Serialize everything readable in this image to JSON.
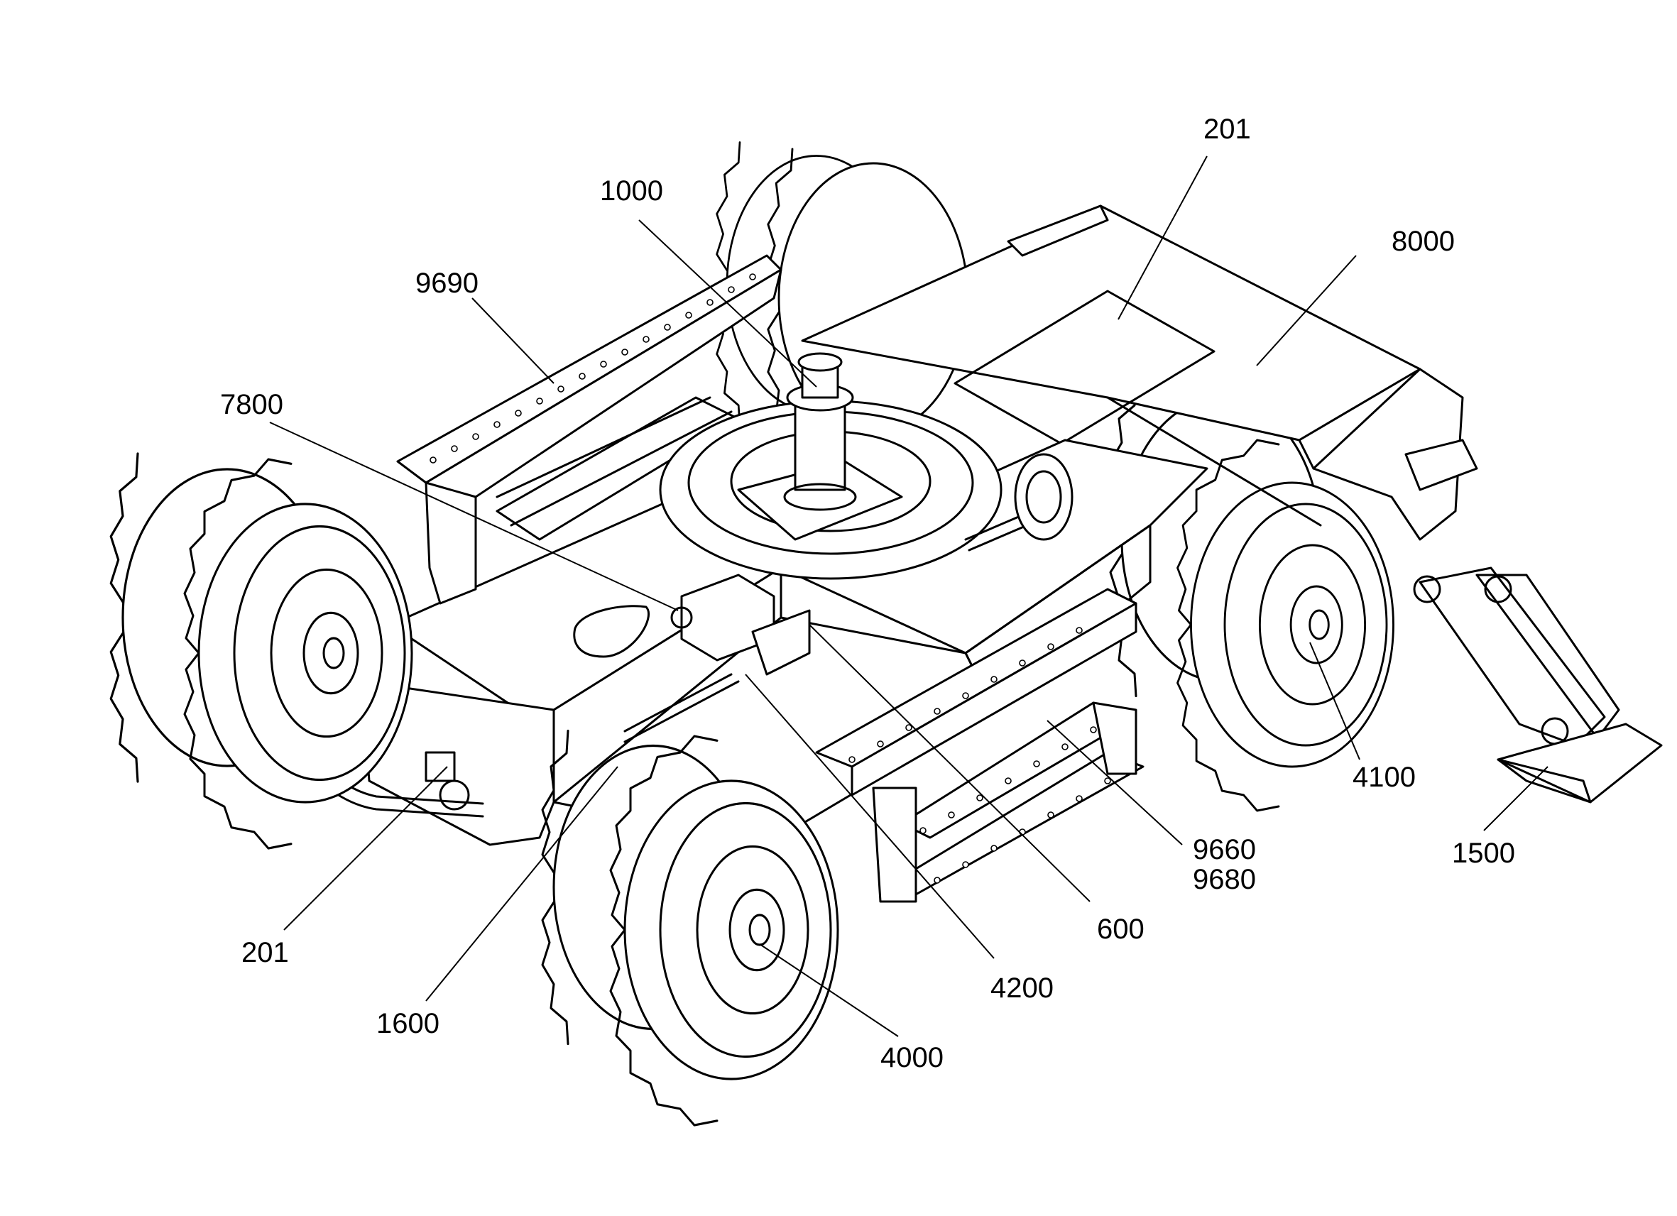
{
  "labels": [
    {
      "id": "l201a",
      "text": "201"
    },
    {
      "id": "l1000",
      "text": "1000"
    },
    {
      "id": "l8000",
      "text": "8000"
    },
    {
      "id": "l9690",
      "text": "9690"
    },
    {
      "id": "l7800",
      "text": "7800"
    },
    {
      "id": "l4100",
      "text": "4100"
    },
    {
      "id": "l9660",
      "text": "9660"
    },
    {
      "id": "l9680",
      "text": "9680"
    },
    {
      "id": "l1500",
      "text": "1500"
    },
    {
      "id": "l600",
      "text": "600"
    },
    {
      "id": "l201b",
      "text": "201"
    },
    {
      "id": "l4200",
      "text": "4200"
    },
    {
      "id": "l1600",
      "text": "1600"
    },
    {
      "id": "l4000",
      "text": "4000"
    }
  ]
}
